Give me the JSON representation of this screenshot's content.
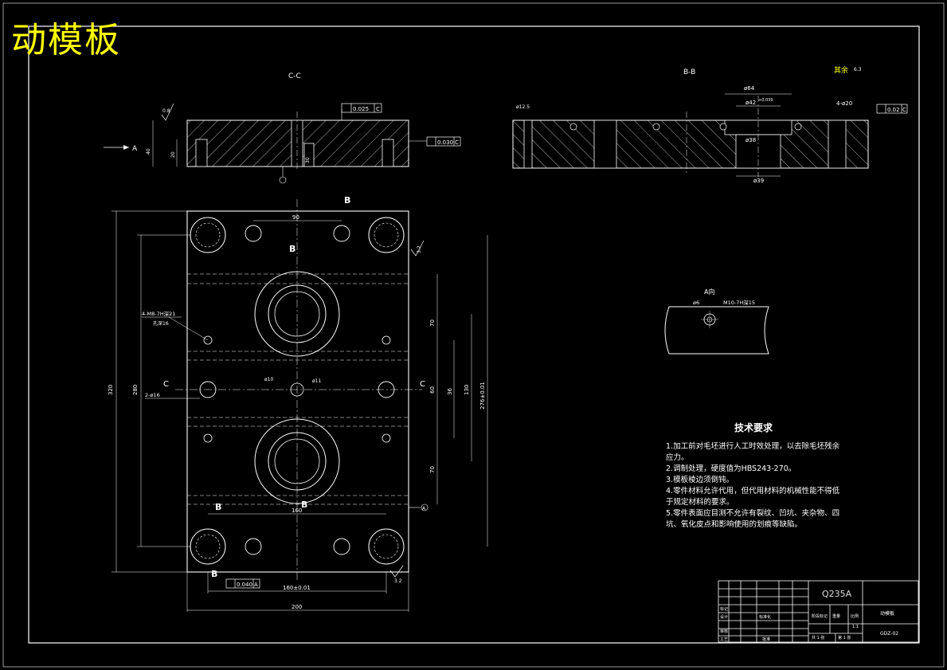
{
  "title": "动模板",
  "views": {
    "section_cc": "C-C",
    "section_bb": "B-B",
    "view_a": "A向",
    "remaining": "其余",
    "remaining_roughness": "6.3"
  },
  "labels": {
    "arrow_a": "A",
    "cut_b": "B",
    "cut_c": "C",
    "datum_a": "A"
  },
  "dimensions": {
    "cc_height": "40",
    "cc_20": "20",
    "cc_30": "30",
    "cc_roughness": "0.8",
    "cc_flat": "0.025",
    "cc_perp": "0.030",
    "cc_datum": "C",
    "bb_dia64": "ø64",
    "bb_dia42": "ø42",
    "bb_dia38": "ø38",
    "bb_dia39": "ø39",
    "bb_tol": "+0.039",
    "bb_dia125": "ø12.5",
    "bb_holes": "4-ø20",
    "bb_pos": "0.02",
    "bb_datum": "C",
    "w90": "90",
    "w160": "160",
    "w160b": "160±0.01",
    "w200": "200",
    "h320": "320",
    "h280": "280",
    "h276": "276±0.01",
    "h130": "130",
    "h70a": "70",
    "h70b": "70",
    "h60": "60",
    "h36": "36",
    "thread_note": "4-M8-7H深21",
    "thread_note2": "孔深16",
    "pin_holes": "2-ø16",
    "center_hole": "ø10",
    "center_hole2": "ø11",
    "roughness_32a": "3.2",
    "roughness_32b": "3.2",
    "parallel": "0.040",
    "view_a_dia": "ø6",
    "view_a_thread": "M10-7H深15"
  },
  "tech_requirements": {
    "heading": "技术要求",
    "items": [
      "1.加工前对毛坯进行人工时效处理，以去除毛坯残余应力。",
      "2.调制处理，硬度值为HBS243-270。",
      "3.模板棱边须倒钝。",
      "4.零件材料允许代用，但代用材料的机械性能不得低于规定材料的要求。",
      "5.零件表面应目测不允许有裂纹、凹坑、夹杂物、四坑、氧化皮点和影响使用的划痕等缺陷。"
    ]
  },
  "title_block": {
    "material": "Q235A",
    "part_name": "动模板",
    "drawing_no": "GDZ-02",
    "scale_label": "比例",
    "weight_label": "重量",
    "mark_label": "标记",
    "design_label": "设计",
    "check_label": "审核",
    "process_label": "工艺",
    "std_label": "标准化",
    "approve_label": "批准",
    "stage_label": "阶段标记",
    "sheet_total": "共 1 张",
    "sheet_no": "第 1 张",
    "scale_value": "1:1"
  }
}
